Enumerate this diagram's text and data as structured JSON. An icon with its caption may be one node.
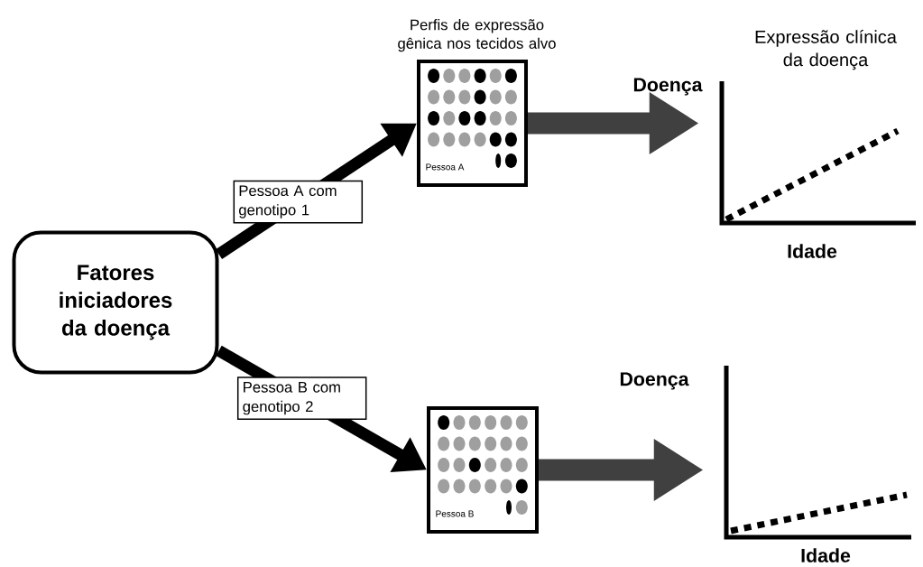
{
  "diagram": {
    "nodes": [
      {
        "text": [
          "Fatores iniciadores da doença"
        ]
      },
      {
        "text": [
          "Perfis de expressão gênica nos tecidos alvo",
          "Pessoa A"
        ]
      },
      {
        "text": [
          "Pessoa B"
        ]
      },
      {
        "text": [
          "Expressão clínica da doença",
          "Doença",
          "Idade"
        ]
      },
      {
        "text": [
          "Doença",
          "Idade"
        ]
      }
    ],
    "edges": [
      {
        "from": 0,
        "to": 1,
        "arrow": "to",
        "label": "Pessoa A com genotipo 1"
      },
      {
        "from": 0,
        "to": 2,
        "arrow": "to",
        "label": "Pessoa B com genotipo 2"
      },
      {
        "from": 1,
        "to": 3,
        "arrow": "to",
        "style": "thick"
      },
      {
        "from": 2,
        "to": 4,
        "arrow": "to",
        "style": "thick"
      }
    ]
  }
}
